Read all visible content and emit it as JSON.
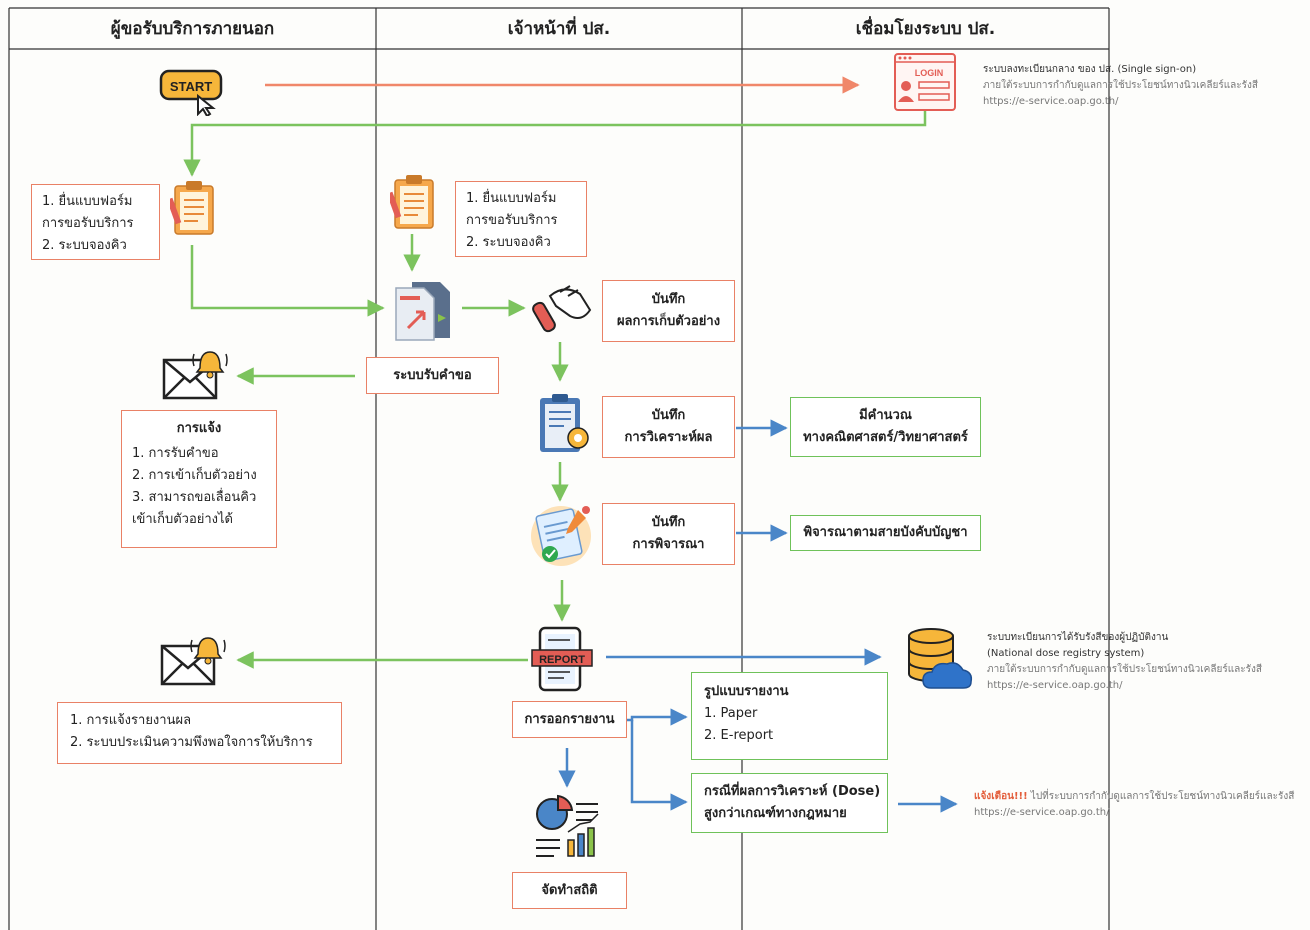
{
  "lanes": [
    "ผู้ขอรับบริการภายนอก",
    "เจ้าหน้าที่ ปส.",
    "เชื่อมโยงระบบ ปส."
  ],
  "start_icon_text": "START",
  "login_icon_text": "LOGIN",
  "report_icon_text": "REPORT",
  "sso_note": {
    "title": "ระบบลงทะเบียนกลาง ของ ปส. (Single sign-on)",
    "line2": "ภายใต้ระบบการกำกับดูแลการใช้ประโยชน์ทางนิวเคลียร์และรังสี",
    "url": "https://e-service.oap.go.th/"
  },
  "client_submit": [
    "1. ยื่นแบบฟอร์ม",
    "การขอรับบริการ",
    "2. ระบบจองคิว"
  ],
  "staff_submit": [
    "1. ยื่นแบบฟอร์ม",
    "การขอรับบริการ",
    "2. ระบบจองคิว"
  ],
  "request_system": "ระบบรับคำขอ",
  "notify": {
    "title": "การแจ้ง",
    "items": [
      "1. การรับคำขอ",
      "2. การเข้าเก็บตัวอย่าง",
      "3. สามารถขอเลื่อนคิว",
      "เข้าเก็บตัวอย่างได้"
    ]
  },
  "record_sample": [
    "บันทึก",
    "ผลการเก็บตัวอย่าง"
  ],
  "record_analysis": [
    "บันทึก",
    "การวิเคราะห์ผล"
  ],
  "record_consider": [
    "บันทึก",
    "การพิจารณา"
  ],
  "calc": [
    "มีคำนวณ",
    "ทางคณิตศาสตร์/วิทยาศาสตร์"
  ],
  "consider_rule": "พิจารณาตามสายบังคับบัญชา",
  "report_issue": "การออกรายงาน",
  "report_format": {
    "title": "รูปแบบรายงาน",
    "items": [
      "1. Paper",
      "2. E-report"
    ]
  },
  "dose_case": [
    "กรณีที่ผลการวิเคราะห์ (Dose)",
    "สูงกว่าเกณฑ์ทางกฎหมาย"
  ],
  "result_notify": [
    "1. การแจ้งรายงานผล",
    "2. ระบบประเมินความพึงพอใจการให้บริการ"
  ],
  "statistics": "จัดทำสถิติ",
  "dose_note": {
    "title": "ระบบทะเบียนการได้รับรังสีของผู้ปฏิบัติงาน",
    "subtitle": "(National dose registry system)",
    "line3": "ภายใต้ระบบการกำกับดูแลการใช้ประโยชน์ทางนิวเคลียร์และรังสี",
    "url": "https://e-service.oap.go.th/"
  },
  "warn_note": {
    "warn": "แจ้งเตือน!!!",
    "text": " ไปที่ระบบการกำกับดูแลการใช้ประโยชน์ทางนิวเคลียร์และรังสี",
    "url": "https://e-service.oap.go.th/"
  },
  "colors": {
    "orange": "#f0876a",
    "green": "#7cc35e",
    "blue": "#4a86c8",
    "box_red": "#e98166",
    "box_green": "#6fc25a"
  }
}
